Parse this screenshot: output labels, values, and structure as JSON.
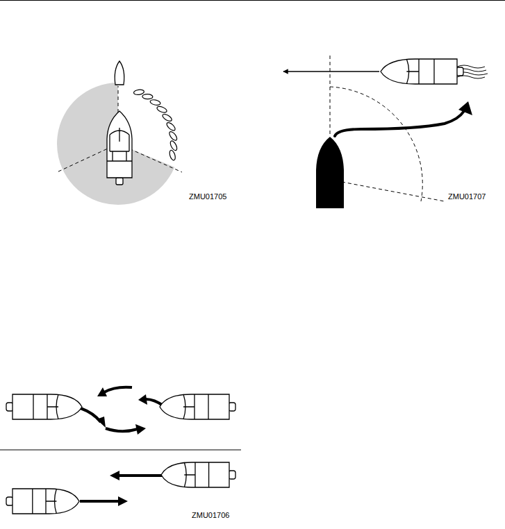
{
  "diagram": {
    "labels": [
      "ZMU01705",
      "ZMU01707",
      "ZMU01706"
    ]
  }
}
